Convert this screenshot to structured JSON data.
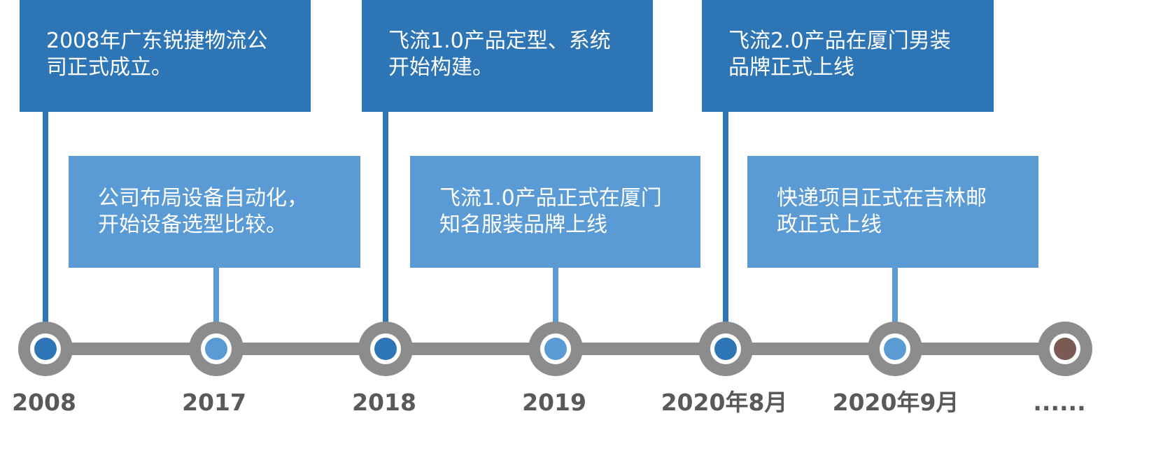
{
  "timeline": {
    "events": [
      {
        "year": "2008",
        "text": "2008年广东锐捷物流公\n司正式成立。",
        "tone": "dark",
        "pos": "top"
      },
      {
        "year": "2017",
        "text": "公司布局设备自动化，\n开始设备选型比较。",
        "tone": "light",
        "pos": "bottom"
      },
      {
        "year": "2018",
        "text": "飞流1.0产品定型、系统\n开始构建。",
        "tone": "dark",
        "pos": "top"
      },
      {
        "year": "2019",
        "text": "飞流1.0产品正式在厦门\n知名服装品牌上线",
        "tone": "light",
        "pos": "bottom"
      },
      {
        "year": "2020年8月",
        "text": "飞流2.0产品在厦门男装\n品牌正式上线",
        "tone": "dark",
        "pos": "top"
      },
      {
        "year": "2020年9月",
        "text": "快递项目正式在吉林邮\n政正式上线",
        "tone": "light",
        "pos": "bottom"
      },
      {
        "year": "......",
        "text": "",
        "tone": "end",
        "pos": "none"
      }
    ]
  },
  "colors": {
    "dark_blue": "#2e75b6",
    "light_blue": "#5b9bd5",
    "track_gray": "#8c8c8c",
    "end_dot": "#7a5a52",
    "year_text": "#595959"
  }
}
